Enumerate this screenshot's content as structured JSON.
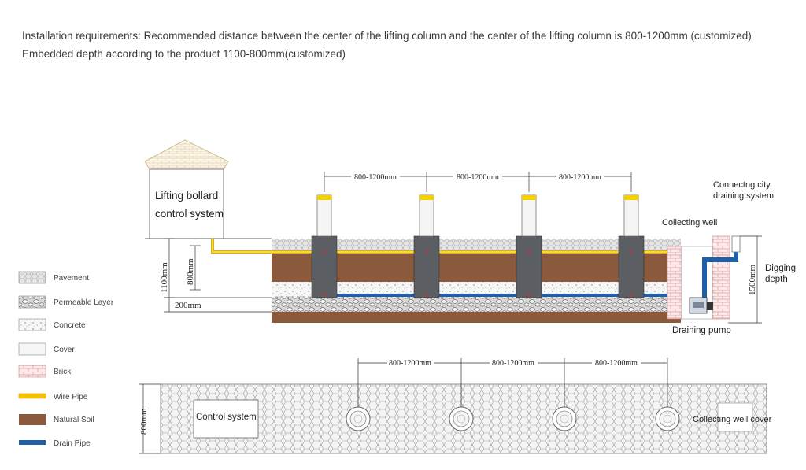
{
  "intro": {
    "line1": "Installation requirements: Recommended distance between the center of the lifting column and the center of the lifting column is 800-1200mm (customized)",
    "line2": "Embedded depth according to the product 1100-800mm(customized)"
  },
  "section": {
    "control_house_label_1": "Lifting bollard",
    "control_house_label_2": "control system",
    "spacing_labels": [
      "800-1200mm",
      "800-1200mm",
      "800-1200mm"
    ],
    "dim_1100": "1100mm",
    "dim_800": "800mm",
    "dim_200": "200mm",
    "dim_1500": "1500mm",
    "collecting_well": "Collecting well",
    "city_drain_1": "Connectng city",
    "city_drain_2": "draining system",
    "digging_1": "Digging",
    "digging_2": "depth",
    "draining_pump": "Draining pump"
  },
  "plan": {
    "spacing_labels": [
      "800-1200mm",
      "800-1200mm",
      "800-1200mm"
    ],
    "dim_800": "800mm",
    "control_system": "Control system",
    "collecting_well_cover": "Collecting well cover"
  },
  "legend": [
    {
      "label": "Pavement",
      "icon": "pavement-swatch"
    },
    {
      "label": "Permeable Layer",
      "icon": "permeable-swatch"
    },
    {
      "label": "Concrete",
      "icon": "concrete-swatch"
    },
    {
      "label": "Cover",
      "icon": "cover-swatch"
    },
    {
      "label": "Brick",
      "icon": "brick-swatch"
    },
    {
      "label": "Wire Pipe",
      "icon": "wire-pipe-swatch"
    },
    {
      "label": "Natural Soil",
      "icon": "soil-swatch"
    },
    {
      "label": "Drain Pipe",
      "icon": "drain-pipe-swatch"
    }
  ],
  "colors": {
    "soil": "#8b5a3c",
    "wire_pipe": "#f2c200",
    "drain_pipe": "#1f5fa8",
    "column": "#5b5e63",
    "bollard_band": "#f5d000"
  }
}
